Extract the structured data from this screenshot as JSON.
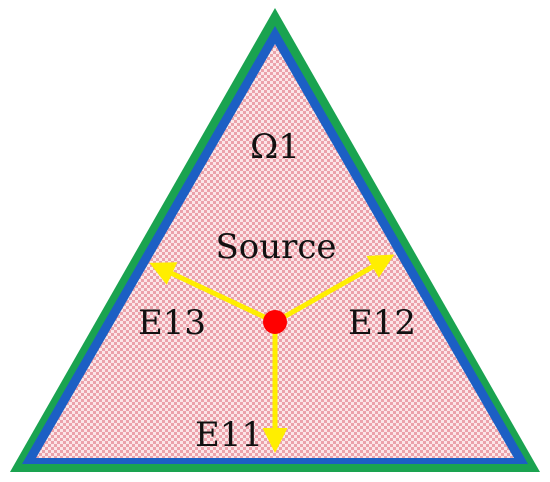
{
  "diagram": {
    "region_label": "Ω1",
    "source_label": "Source",
    "directions": {
      "down": "E11",
      "right": "E12",
      "left": "E13"
    }
  },
  "colors": {
    "outer_border": "#1aa350",
    "inner_border": "#1c5fc4",
    "fill_pink": "#eba2ab",
    "fill_light": "#fbe6e8",
    "arrow": "#ffee00",
    "source_point": "#ff0000",
    "text": "#111111"
  }
}
